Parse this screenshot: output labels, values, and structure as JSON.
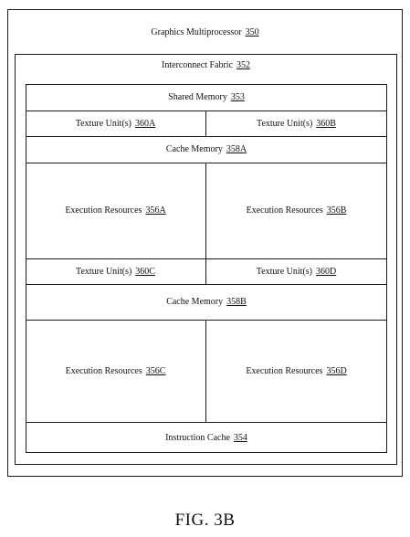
{
  "diagram": {
    "outer": {
      "label": "Graphics Multiprocessor",
      "ref": "350"
    },
    "fabric": {
      "label": "Interconnect Fabric",
      "ref": "352"
    },
    "shared_memory": {
      "label": "Shared Memory",
      "ref": "353"
    },
    "texture_a": {
      "label": "Texture Unit(s)",
      "ref": "360A"
    },
    "texture_b": {
      "label": "Texture Unit(s)",
      "ref": "360B"
    },
    "cache_a": {
      "label": "Cache Memory",
      "ref": "358A"
    },
    "exec_a": {
      "label": "Execution Resources",
      "ref": "356A"
    },
    "exec_b": {
      "label": "Execution Resources",
      "ref": "356B"
    },
    "texture_c": {
      "label": "Texture Unit(s)",
      "ref": "360C"
    },
    "texture_d": {
      "label": "Texture Unit(s)",
      "ref": "360D"
    },
    "cache_b": {
      "label": "Cache Memory",
      "ref": "358B"
    },
    "exec_c": {
      "label": "Execution Resources",
      "ref": "356C"
    },
    "exec_d": {
      "label": "Execution Resources",
      "ref": "356D"
    },
    "instruction_cache": {
      "label": "Instruction Cache",
      "ref": "354"
    }
  },
  "caption": "FIG. 3B"
}
